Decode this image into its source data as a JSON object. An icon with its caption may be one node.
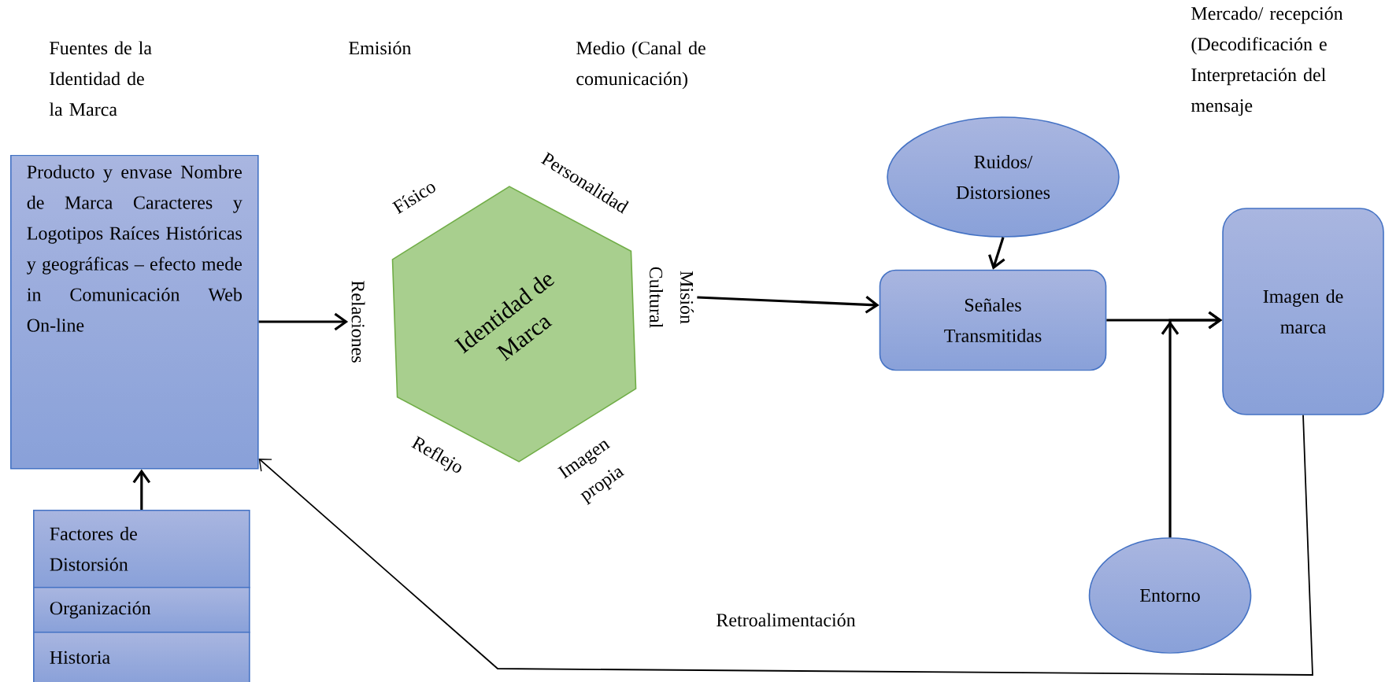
{
  "diagram": {
    "nodes": [
      {
        "text": [
          "Producto y envase Nombre de Marca Caracteres y Logotipos Raíces Históricas y geográficas – efecto mede in Comunicación Web On-line"
        ]
      },
      {
        "text": [
          "Factores de Distorsión"
        ]
      },
      {
        "text": [
          "Organización"
        ]
      },
      {
        "text": [
          "Historia"
        ]
      },
      {
        "text": [
          "Identidad de Marca"
        ]
      },
      {
        "text": [
          "Relaciones"
        ]
      },
      {
        "text": [
          "Misión Cultural"
        ]
      },
      {
        "text": [
          "Ruidos/ Distorsiones"
        ]
      },
      {
        "text": [
          "Señales Transmitidas"
        ]
      },
      {
        "text": [
          "Imagen de marca"
        ]
      },
      {
        "text": [
          "Entorno"
        ]
      }
    ],
    "edges": [
      {
        "from": 0,
        "to": 5,
        "arrow": "to"
      },
      {
        "from": 1,
        "to": 0,
        "arrow": "to"
      },
      {
        "from": 6,
        "to": 8,
        "arrow": "to"
      },
      {
        "from": 7,
        "to": 8,
        "arrow": "to"
      },
      {
        "from": 8,
        "to": 9,
        "arrow": "to"
      },
      {
        "from": 10,
        "to": 9,
        "arrow": "to"
      },
      {
        "from": 9,
        "to": 0,
        "arrow": "to",
        "label": "Retroalimentación"
      }
    ],
    "labels": [
      "Fuentes de la Identidad de la Marca",
      "Emisión",
      "Medio (Canal de comunicación)",
      "Mercado/ recepción (Decodificación e Interpretación del mensaje",
      "Físico",
      "Personalidad",
      "Reflejo",
      "Imagen propia"
    ]
  }
}
